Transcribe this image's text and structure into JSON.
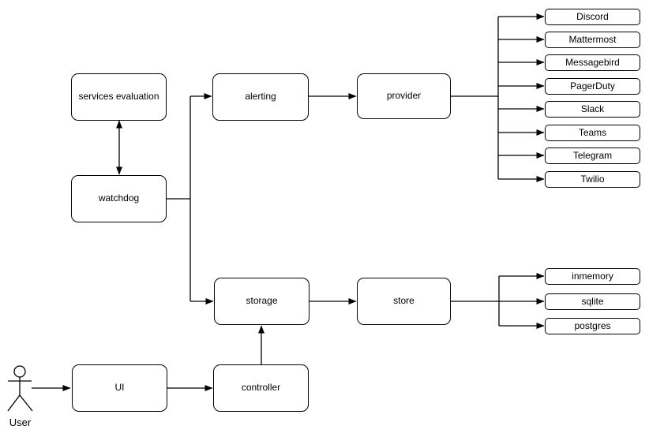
{
  "nodes": {
    "services_evaluation": "services evaluation",
    "watchdog": "watchdog",
    "alerting": "alerting",
    "provider": "provider",
    "storage": "storage",
    "store": "store",
    "ui": "UI",
    "controller": "controller"
  },
  "providers": [
    "Discord",
    "Mattermost",
    "Messagebird",
    "PagerDuty",
    "Slack",
    "Teams",
    "Telegram",
    "Twilio"
  ],
  "stores": [
    "inmemory",
    "sqlite",
    "postgres"
  ],
  "actor": {
    "label": "User"
  },
  "edges": [
    "services evaluation <-> watchdog",
    "watchdog -> alerting",
    "watchdog -> storage",
    "alerting -> provider",
    "provider -> Discord",
    "provider -> Mattermost",
    "provider -> Messagebird",
    "provider -> PagerDuty",
    "provider -> Slack",
    "provider -> Teams",
    "provider -> Telegram",
    "provider -> Twilio",
    "storage -> store",
    "store -> inmemory",
    "store -> sqlite",
    "store -> postgres",
    "User -> UI",
    "UI -> controller",
    "controller -> storage"
  ],
  "colors": {
    "stroke": "#000000",
    "node_fill": "#ffffff",
    "background": "#ffffff"
  }
}
